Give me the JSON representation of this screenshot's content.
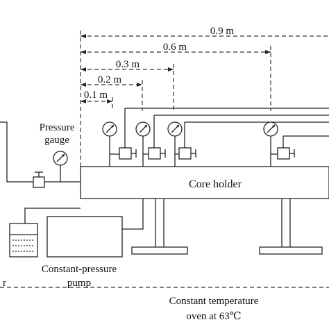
{
  "dimensions": [
    {
      "label": "0.9 m",
      "key": "d09"
    },
    {
      "label": "0.6 m",
      "key": "d06"
    },
    {
      "label": "0.3 m",
      "key": "d03"
    },
    {
      "label": "0.2 m",
      "key": "d02"
    },
    {
      "label": "0.1 m",
      "key": "d01"
    }
  ],
  "labels": {
    "pressure_gauge_line1": "Pressure",
    "pressure_gauge_line2": "gauge",
    "core_holder": "Core holder",
    "pump_line1": "Constant-pressure",
    "pump_line2": "pump",
    "oven_line1": "Constant temperature",
    "oven_line2": "oven at 63℃",
    "left_fragment": "r"
  }
}
